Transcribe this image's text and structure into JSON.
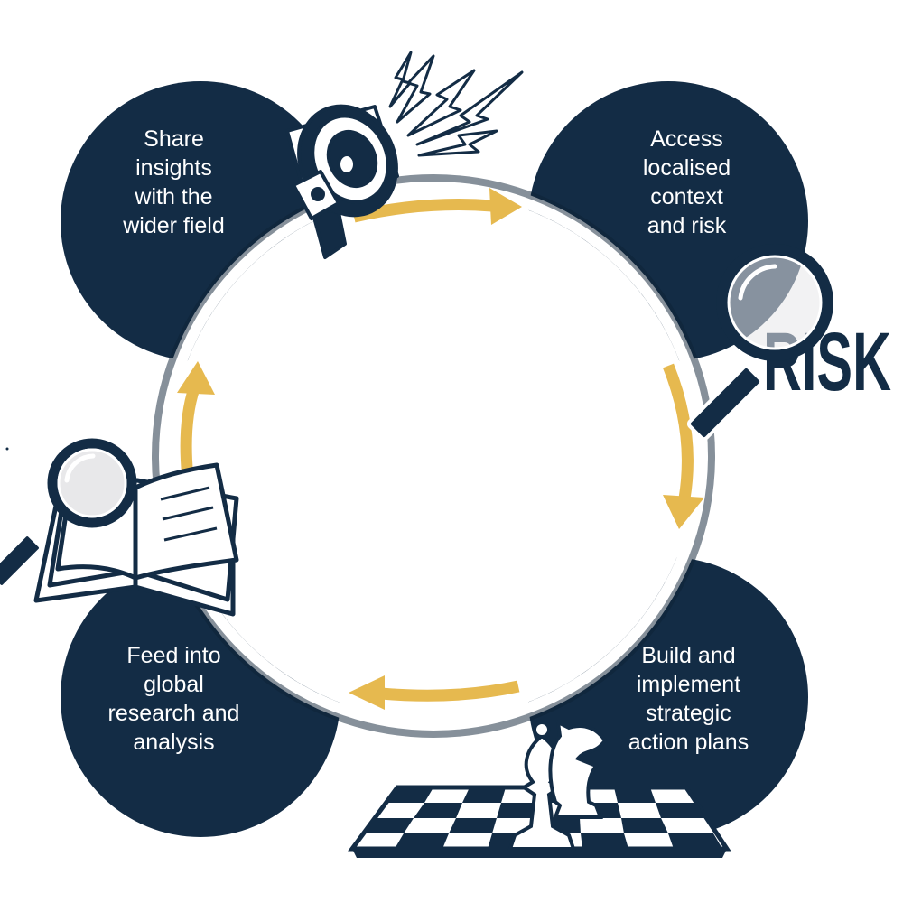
{
  "colors": {
    "navy": "#132c45",
    "gold": "#e6b94f",
    "white": "#ffffff",
    "light_gray": "#cfcfcf",
    "lens": "#e8e8ea"
  },
  "steps": [
    {
      "lines": [
        "Share",
        "insights",
        "with the",
        "wider field"
      ],
      "icon": "megaphone-icon"
    },
    {
      "lines": [
        "Access",
        "localised",
        "context",
        "and risk"
      ],
      "icon": "magnifier-risk-icon"
    },
    {
      "lines": [
        "Build and",
        "implement",
        "strategic",
        "action plans"
      ],
      "icon": "chess-icon"
    },
    {
      "lines": [
        "Feed into",
        "global",
        "research and",
        "analysis"
      ],
      "icon": "book-magnifier-icon"
    }
  ],
  "risk_word": "RISK"
}
